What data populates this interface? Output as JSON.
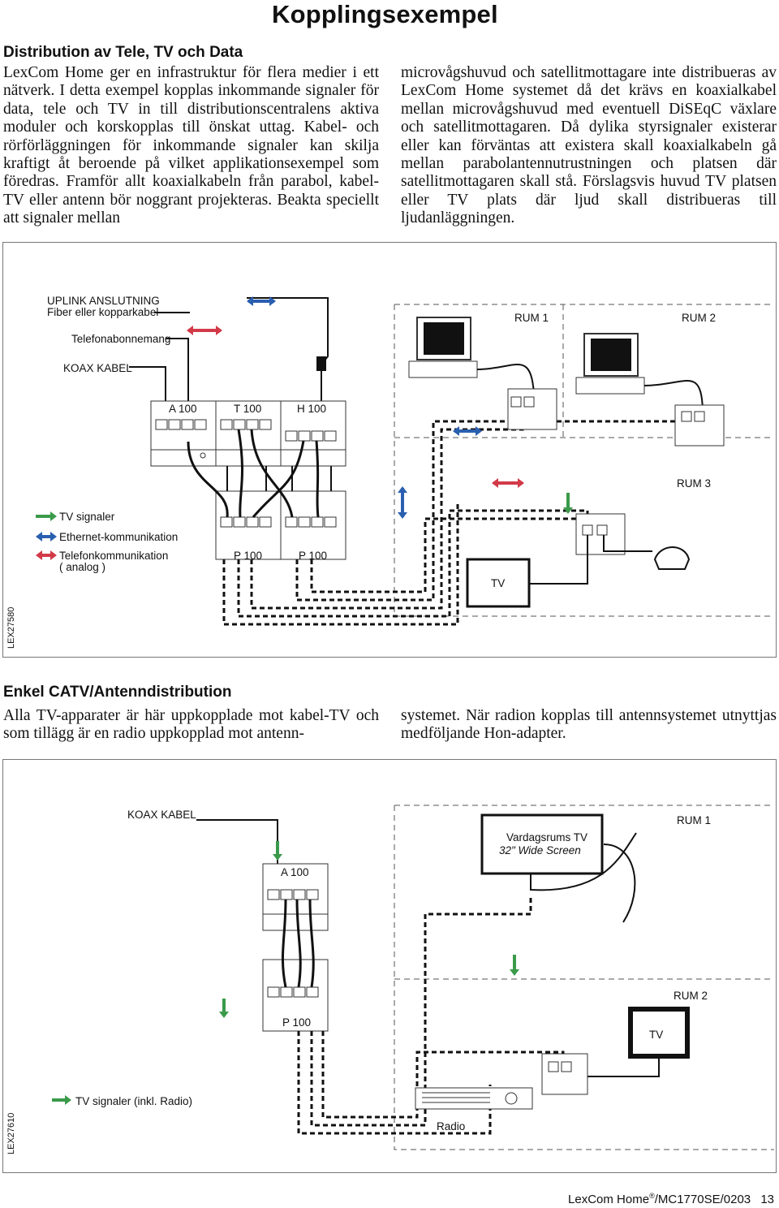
{
  "page": {
    "title": "Kopplingsexempel",
    "footer": {
      "doc": "LexCom Home",
      "reg": "®",
      "code": "/MC1770SE/0203",
      "page_number": "13"
    }
  },
  "section1": {
    "heading": "Distribution av Tele, TV och Data",
    "col_left": "LexCom Home ger en infrastruktur för flera medier i ett nätverk. I detta exempel kopplas inkommande signaler för data, tele och TV in till distributionscentralens aktiva moduler och korskopplas till önskat uttag. Kabel- och rörförläggningen för inkommande signaler kan skilja kraftigt åt beroende på vilket applikationsexempel som föredras. Framför allt koaxialkabeln från parabol, kabel-TV eller antenn bör noggrant projekteras. Beakta speciellt att signaler mellan",
    "col_right": "microvågshuvud och satellitmottagare inte distribueras av LexCom Home systemet då det krävs en koaxialkabel mellan microvågshuvud med eventuell DiSEqC växlare och satellitmottagaren. Då dylika styrsignaler existerar eller kan förväntas att existera skall koaxialkabeln gå mellan parabolantennutrustningen och platsen där satellitmottagaren skall stå. Förslagsvis huvud TV platsen eller TV plats där ljud skall distribueras till ljudanläggningen."
  },
  "diagram1": {
    "id_label": "LEX27580",
    "uplink_line1": "UPLINK ANSLUTNING",
    "uplink_line2": "Fiber eller kopparkabel",
    "telefon": "Telefonabonnemang",
    "koax": "KOAX KABEL",
    "modules": {
      "a": "A 100",
      "t": "T 100",
      "h": "H 100",
      "p1": "P 100",
      "p2": "P 100"
    },
    "rooms": {
      "r1": "RUM 1",
      "r2": "RUM 2",
      "r3": "RUM 3"
    },
    "tv": "TV",
    "legend": {
      "tv": "TV signaler",
      "eth": "Ethernet-kommunikation",
      "tel1": "Telefonkommunikation",
      "tel2": "( analog )"
    },
    "colors": {
      "green": "#3a9a4a",
      "blue": "#2a5fb0",
      "red": "#d23a48"
    }
  },
  "section2": {
    "heading": "Enkel CATV/Antenndistribution",
    "col_left": "Alla TV-apparater är här uppkopplade mot kabel-TV och som tillägg är en radio uppkopplad mot antenn-",
    "col_right": "systemet. När radion kopplas till antennsystemet utnyttjas medföljande Hon-adapter."
  },
  "diagram2": {
    "id_label": "LEX27610",
    "koax": "KOAX KABEL",
    "modules": {
      "a": "A 100",
      "p": "P 100"
    },
    "rooms": {
      "r1": "RUM 1",
      "r2": "RUM 2"
    },
    "tv_big_line1": "Vardagsrums TV",
    "tv_big_line2": "32\" Wide Screen",
    "tv": "TV",
    "radio": "Radio",
    "legend": {
      "tv": "TV signaler (inkl. Radio)"
    }
  }
}
